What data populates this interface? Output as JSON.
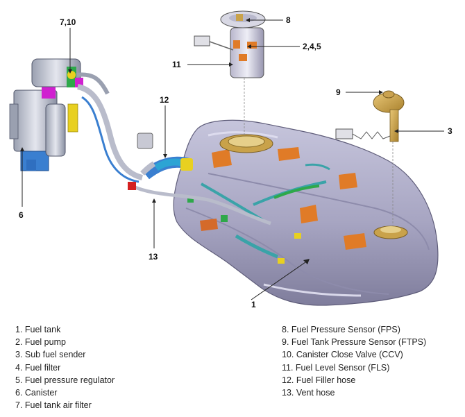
{
  "callouts": {
    "c1": "1",
    "c3": "3",
    "c6": "6",
    "c7_10": "7,10",
    "c8": "8",
    "c9": "9",
    "c11": "11",
    "c12": "12",
    "c13": "13",
    "c2_4_5": "2,4,5"
  },
  "legend": {
    "left": [
      "1. Fuel tank",
      "2. Fuel pump",
      "3. Sub fuel sender",
      "4. Fuel filter",
      "5. Fuel pressure regulator",
      "6. Canister",
      "7. Fuel tank air filter"
    ],
    "right": [
      "8. Fuel Pressure Sensor (FPS)",
      "9. Fuel Tank Pressure Sensor (FTPS)",
      "10. Canister Close Valve (CCV)",
      "11. Fuel Level Sensor (FLS)",
      "12. Fuel Filler hose",
      "13. Vent hose"
    ]
  },
  "colors": {
    "tank": "#a9a7c4",
    "tank_dark": "#7c7a9a",
    "pad": "#e07b27",
    "module_gold": "#c9a24a",
    "hose_blue": "#3a7fd0",
    "hose_gray": "#b9bccb",
    "magenta": "#d020d0",
    "green": "#2ea84a",
    "yellow": "#e8d020",
    "red": "#d42020"
  }
}
